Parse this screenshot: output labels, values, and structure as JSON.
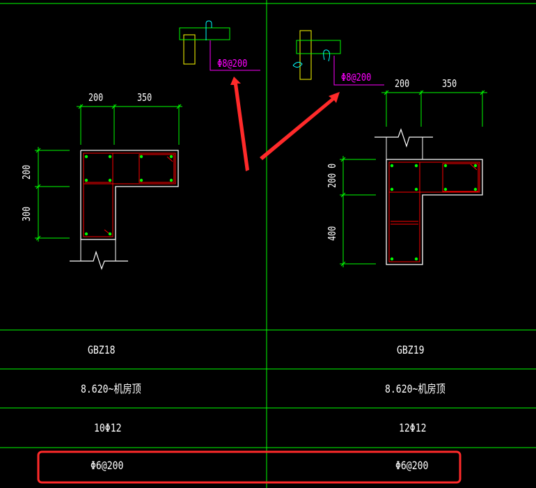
{
  "colors": {
    "background": "#000000",
    "dimension_line": "#00ff00",
    "outline": "#ffffff",
    "rebar": "#ff0000",
    "stirrup_label": "#ff00ff",
    "highlight": "#ff2a2a",
    "table_line": "#00ff00"
  },
  "left_detail": {
    "stirrup_label": "Φ8@200",
    "dim_top": [
      "200",
      "350"
    ],
    "dim_side": [
      "200",
      "300"
    ]
  },
  "right_detail": {
    "stirrup_label": "Φ8@200",
    "dim_top": [
      "200",
      "350"
    ],
    "dim_side": [
      "200 0",
      "400"
    ]
  },
  "table": {
    "rows": [
      {
        "left": "GBZ18",
        "right": "GBZ19"
      },
      {
        "left": "8.620~机房顶",
        "right": "8.620~机房顶"
      },
      {
        "left": "10Φ12",
        "right": "12Φ12"
      },
      {
        "left": "Φ6@200",
        "right": "Φ6@200"
      }
    ]
  }
}
